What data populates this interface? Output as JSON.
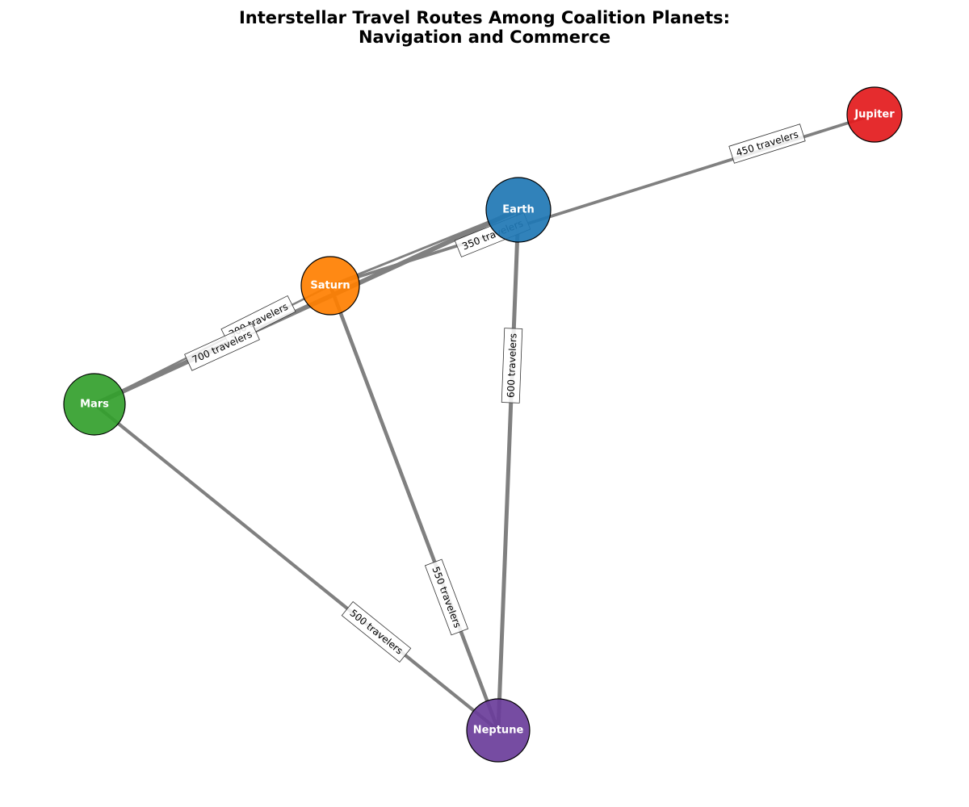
{
  "title": {
    "line1": "Interstellar Travel Routes Among Coalition Planets:",
    "line2": "Navigation and Commerce"
  },
  "nodes": [
    {
      "id": "earth",
      "label": "Earth",
      "color": "#1f77b4"
    },
    {
      "id": "jupiter",
      "label": "Jupiter",
      "color": "#e31a1c"
    },
    {
      "id": "saturn",
      "label": "Saturn",
      "color": "#ff7f00"
    },
    {
      "id": "mars",
      "label": "Mars",
      "color": "#33a02c"
    },
    {
      "id": "neptune",
      "label": "Neptune",
      "color": "#6a3d9a"
    }
  ],
  "edges": [
    {
      "from": "saturn",
      "to": "jupiter",
      "label": "450 travelers",
      "weight": 450
    },
    {
      "from": "earth",
      "to": "saturn",
      "label": "350 travelers",
      "weight": 350
    },
    {
      "from": "earth",
      "to": "neptune",
      "label": "600 travelers",
      "weight": 600
    },
    {
      "from": "mars",
      "to": "saturn",
      "label": "300 travelers",
      "weight": 300
    },
    {
      "from": "mars",
      "to": "earth",
      "label": "700 travelers",
      "weight": 700
    },
    {
      "from": "mars",
      "to": "neptune",
      "label": "500 travelers",
      "weight": 500
    },
    {
      "from": "saturn",
      "to": "neptune",
      "label": "550 travelers",
      "weight": 550
    }
  ]
}
